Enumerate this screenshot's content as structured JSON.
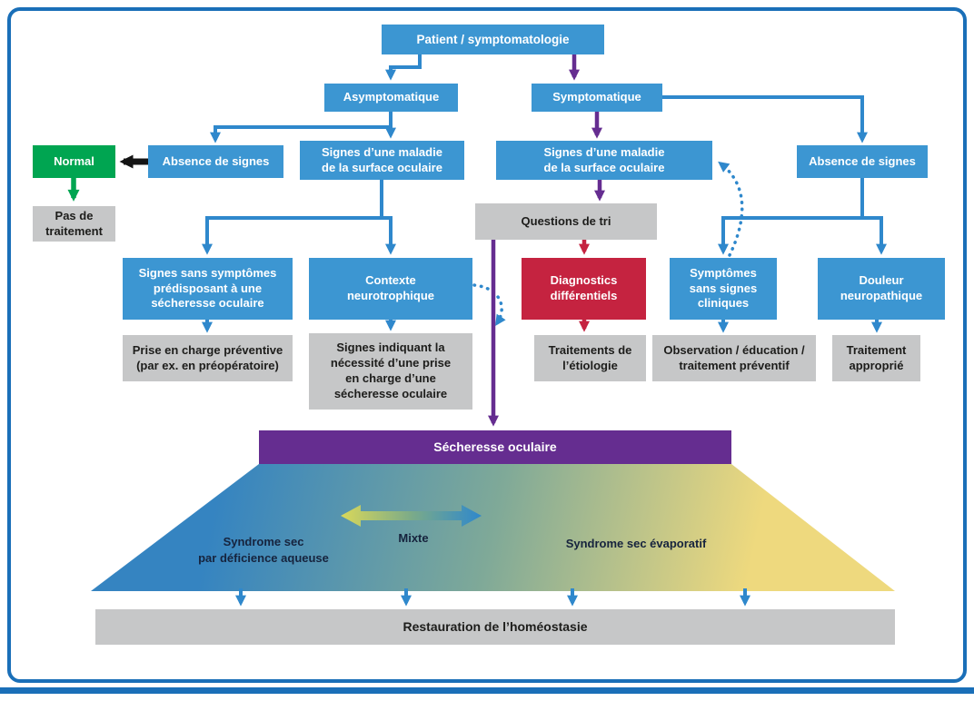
{
  "diagram": {
    "nodes": {
      "patient": {
        "label": "Patient / symptomatologie"
      },
      "asymptomatique": {
        "label": "Asymptomatique"
      },
      "symptomatique": {
        "label": "Symptomatique"
      },
      "normal": {
        "label": "Normal"
      },
      "pas_traitement": {
        "label": "Pas de\ntraitement"
      },
      "absence_signes_gauche": {
        "label": "Absence de signes"
      },
      "signes_maladie_gauche": {
        "label": "Signes d’une maladie\nde la surface oculaire"
      },
      "signes_maladie_droite": {
        "label": "Signes d’une maladie\nde la surface oculaire"
      },
      "absence_signes_droite": {
        "label": "Absence de signes"
      },
      "questions_tri": {
        "label": "Questions de tri"
      },
      "signes_sans_symptomes": {
        "label": "Signes sans symptômes\nprédisposant à une\nsécheresse oculaire"
      },
      "contexte_neurotrophique": {
        "label": "Contexte\nneurotrophique"
      },
      "diagnostics_differentiels": {
        "label": "Diagnostics\ndifférentiels"
      },
      "symptomes_sans_signes": {
        "label": "Symptômes\nsans signes\ncliniques"
      },
      "douleur_neuropathique": {
        "label": "Douleur\nneuropathique"
      },
      "prise_en_charge_preventive": {
        "label": "Prise en charge préventive\n(par ex. en préopératoire)"
      },
      "signes_indiquant": {
        "label": "Signes indiquant la\nnécessité d’une prise\nen charge d’une\nsécheresse oculaire"
      },
      "traitements_etiologie": {
        "label": "Traitements de\nl’étiologie"
      },
      "observation_education": {
        "label": "Observation / éducation /\ntraitement préventif"
      },
      "traitement_approprie": {
        "label": "Traitement\napproprié"
      },
      "secheresse_oculaire": {
        "label": "Sécheresse oculaire"
      },
      "restauration": {
        "label": "Restauration de l’homéostasie"
      }
    },
    "trapezoid": {
      "syndrome_aqueux": {
        "label": "Syndrome sec\npar déficience aqueuse"
      },
      "mixte": {
        "label": "Mixte"
      },
      "syndrome_evaporatif": {
        "label": "Syndrome sec évaporatif"
      }
    },
    "colors": {
      "node_blue": "#3c96d2",
      "purple": "#652d90",
      "red": "#c52340",
      "green": "#00a551",
      "gray": "#c6c7c8",
      "frame_blue": "#1a6fb8",
      "gradient_left": "#3584c1",
      "gradient_right": "#eed97e"
    }
  }
}
